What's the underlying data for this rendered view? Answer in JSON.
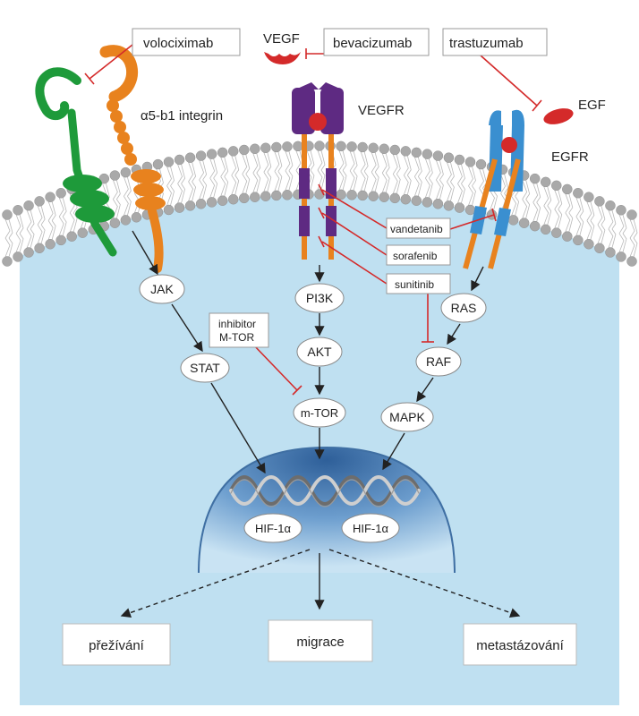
{
  "receptors": {
    "integrin": "α5-b1 integrin",
    "vegfr": "VEGFR",
    "egfr": "EGFR",
    "vegf": "VEGF",
    "egf": "EGF"
  },
  "drugs": {
    "volociximab": "volociximab",
    "bevacizumab": "bevacizumab",
    "trastuzumab": "trastuzumab",
    "vandetanib": "vandetanib",
    "sorafenib": "sorafenib",
    "sunitinib": "sunitinib",
    "inhibitor_line1": "inhibitor",
    "inhibitor_line2": "M-TOR"
  },
  "nodes": {
    "jak": "JAK",
    "stat": "STAT",
    "pi3k": "PI3K",
    "akt": "AKT",
    "mtor": "m-TOR",
    "ras": "RAS",
    "raf": "RAF",
    "mapk": "MAPK",
    "hif_left": "HIF-1α",
    "hif_right": "HIF-1α"
  },
  "outcomes": {
    "survival": "přežívání",
    "migration": "migrace",
    "metastasis": "metastázování"
  },
  "colors": {
    "cytoplasm": "#bfe0f1",
    "nucleus": "#4f86bd",
    "inhibitor_red": "#d42a2a",
    "vegfr_purple": "#5e2a82",
    "integrin_orange": "#e8821e",
    "integrin_green": "#1e9a3a",
    "egfr_blue": "#3a8fd0",
    "lipid_grey": "#a9a9a9"
  }
}
